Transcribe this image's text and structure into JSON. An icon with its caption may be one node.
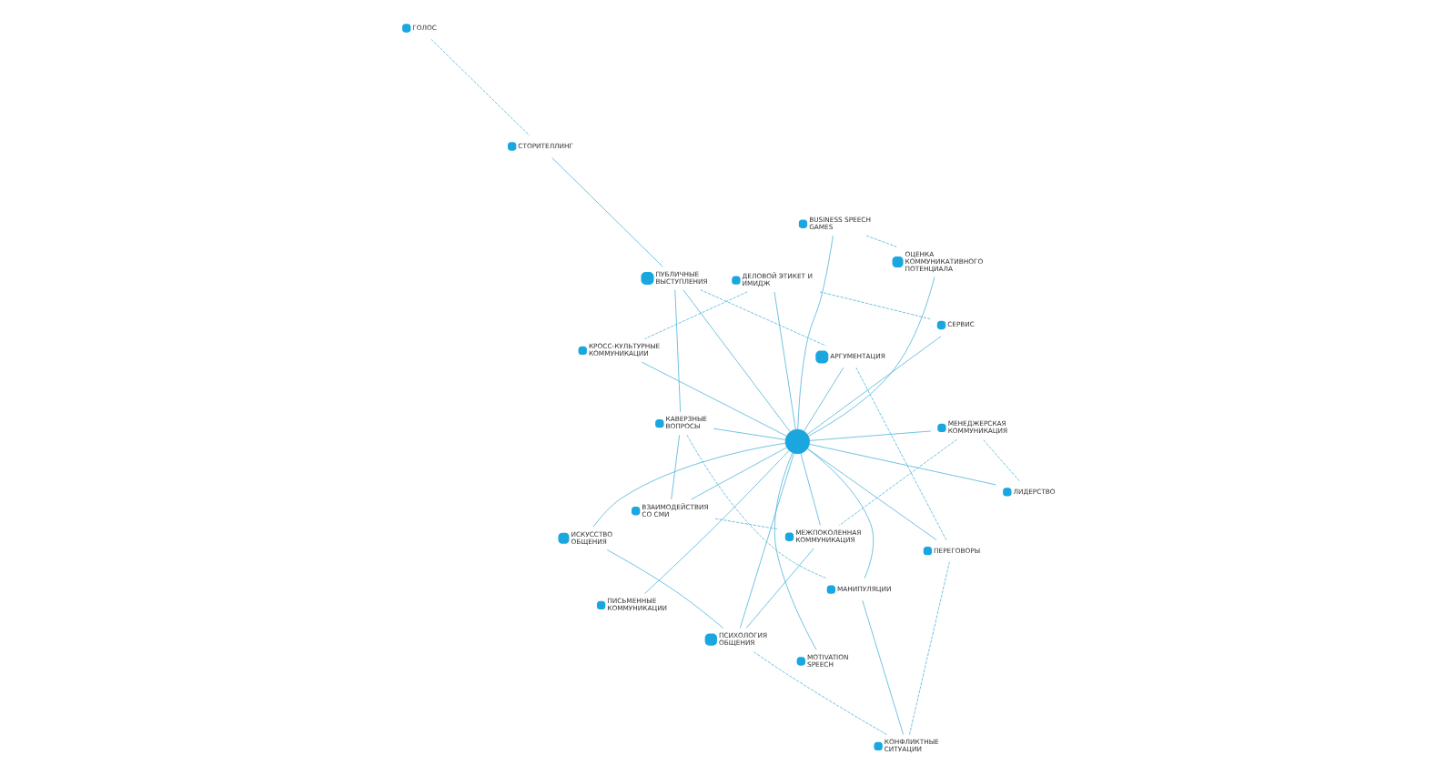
{
  "diagram": {
    "nodes": [
      {
        "text": [],
        "shape": "circle",
        "beside": [
          "СТОРИТЕЛЛИНГ"
        ]
      },
      {
        "text": [],
        "shape": "circle",
        "beside": [
          "МАНИПУЛЯЦИИ"
        ]
      },
      {
        "text": [],
        "shape": "circle",
        "beside": [
          "КОНФЛИКТНЫЕ СИТУАЦИИ"
        ]
      },
      {
        "text": [],
        "shape": "circle",
        "beside": [
          "ГОЛОС"
        ]
      },
      {
        "text": [],
        "shape": "circle",
        "beside": [
          "КАВЕРЗНЫЕ ВОПРОСЫ"
        ]
      },
      {
        "text": [],
        "shape": "circle",
        "beside": [
          "ПУБЛИЧНЫЕ ВЫСТУПЛЕНИЯ"
        ]
      },
      {
        "text": [],
        "shape": "circle",
        "beside": [
          "ВЗАИМОДЕЙСТВИЯ СО СМИ"
        ]
      },
      {
        "text": [],
        "shape": "circle",
        "beside": [
          "ПЕРЕГОВОРЫ"
        ]
      },
      {
        "text": [],
        "shape": "circle",
        "beside": [
          "ПИСЬМЕННЫЕ КОММУНИКАЦИИ"
        ]
      },
      {
        "text": [],
        "shape": "circle",
        "beside": [
          "MOTIVATION SPEECH"
        ]
      },
      {
        "text": [],
        "shape": "circle",
        "beside": [
          "ЛИДЕРСТВО"
        ]
      },
      {
        "text": [],
        "shape": "circle"
      },
      {
        "text": [],
        "shape": "circle",
        "beside": [
          "АРГУМЕНТАЦИЯ"
        ]
      },
      {
        "text": [],
        "shape": "circle",
        "beside": [
          "МЕНЕДЖЕРСКАЯ КОММУНИКАЦИЯ"
        ]
      },
      {
        "text": [],
        "shape": "circle",
        "beside": [
          "СЕРВИС"
        ]
      },
      {
        "text": [],
        "shape": "circle",
        "beside": [
          "МЕЖПОКОЛЕННАЯ КОММУНИКАЦИЯ"
        ]
      },
      {
        "text": [],
        "shape": "circle",
        "beside": [
          "ДЕЛОВОЙ ЭТИКЕТ И ИМИДЖ"
        ]
      },
      {
        "text": [],
        "shape": "circle",
        "beside": [
          "КРОСС-КУЛЬТУРНЫЕ КОММУНИКАЦИИ"
        ]
      },
      {
        "text": [],
        "shape": "circle",
        "beside": [
          "ПСИХОЛОГИЯ ОБЩЕНИЯ"
        ]
      },
      {
        "text": [],
        "shape": "circle",
        "beside": [
          "BUSINESS SPEECH GAMES"
        ]
      },
      {
        "text": [],
        "shape": "circle",
        "beside": [
          "ОЦЕНКА КОММУНИКАТИВНОГО ПОТЕНЦИАЛА"
        ]
      },
      {
        "text": [],
        "shape": "circle",
        "beside": [
          "ИСКУССТВО ОБЩЕНИЯ"
        ]
      }
    ],
    "edges": [
      {
        "from": 11,
        "to": 1,
        "arrow": "none"
      },
      {
        "from": 11,
        "to": 4,
        "arrow": "none"
      },
      {
        "from": 11,
        "to": 5,
        "arrow": "none"
      },
      {
        "from": 11,
        "to": 6,
        "arrow": "none"
      },
      {
        "from": 11,
        "to": 7,
        "arrow": "none"
      },
      {
        "from": 11,
        "to": 8,
        "arrow": "none"
      },
      {
        "from": 11,
        "to": 9,
        "arrow": "none"
      },
      {
        "from": 11,
        "to": 10,
        "arrow": "none"
      },
      {
        "from": 11,
        "to": 12,
        "arrow": "none"
      },
      {
        "from": 11,
        "to": 13,
        "arrow": "none"
      },
      {
        "from": 11,
        "to": 14,
        "arrow": "none"
      },
      {
        "from": 11,
        "to": 15,
        "arrow": "none"
      },
      {
        "from": 11,
        "to": 16,
        "arrow": "none"
      },
      {
        "from": 11,
        "to": 17,
        "arrow": "none"
      },
      {
        "from": 11,
        "to": 18,
        "arrow": "none"
      },
      {
        "from": 11,
        "to": 19,
        "arrow": "none"
      },
      {
        "from": 11,
        "to": 20,
        "arrow": "none"
      },
      {
        "from": 11,
        "to": 21,
        "arrow": "none"
      },
      {
        "from": 5,
        "to": 0,
        "arrow": "none"
      },
      {
        "from": 5,
        "to": 4,
        "arrow": "none"
      },
      {
        "from": 4,
        "to": 6,
        "arrow": "none"
      },
      {
        "from": 2,
        "to": 1,
        "arrow": "none"
      },
      {
        "from": 15,
        "to": 18,
        "arrow": "none"
      },
      {
        "from": 18,
        "to": 21,
        "arrow": "none"
      },
      {
        "from": 3,
        "to": 0,
        "arrow": "none",
        "style": "dashed"
      },
      {
        "from": 4,
        "to": 1,
        "arrow": "none",
        "style": "dashed"
      },
      {
        "from": 5,
        "to": 12,
        "arrow": "none",
        "style": "dashed"
      },
      {
        "from": 12,
        "to": 7,
        "arrow": "none",
        "style": "dashed"
      },
      {
        "from": 2,
        "to": 7,
        "arrow": "none",
        "style": "dashed"
      },
      {
        "from": 2,
        "to": 18,
        "arrow": "none",
        "style": "dashed"
      },
      {
        "from": 6,
        "to": 15,
        "arrow": "none",
        "style": "dashed"
      },
      {
        "from": 10,
        "to": 13,
        "arrow": "none",
        "style": "dashed"
      },
      {
        "from": 13,
        "to": 15,
        "arrow": "none",
        "style": "dashed"
      },
      {
        "from": 14,
        "to": 16,
        "arrow": "none",
        "style": "dashed"
      },
      {
        "from": 16,
        "to": 17,
        "arrow": "none",
        "style": "dashed"
      },
      {
        "from": 19,
        "to": 20,
        "arrow": "none",
        "style": "dashed"
      }
    ]
  }
}
